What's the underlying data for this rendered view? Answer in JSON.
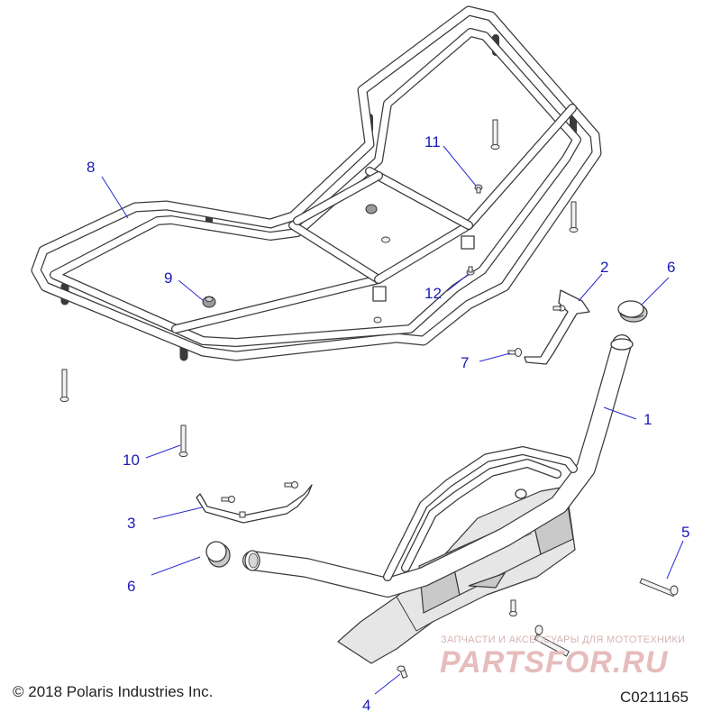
{
  "diagram": {
    "callouts": [
      "1",
      "2",
      "3",
      "4",
      "5",
      "6",
      "6",
      "7",
      "8",
      "9",
      "10",
      "11",
      "12"
    ]
  },
  "footer": {
    "copyright": "© 2018 Polaris Industries Inc.",
    "drawing_code": "C0211165"
  },
  "watermark": {
    "tagline": "ЗАПЧАСТИ И АКСЕССУАРЫ ДЛЯ МОТОТЕХНИКИ",
    "name": "PARTSFOR.RU"
  },
  "colors": {
    "callout": "#1a1ab8",
    "line_art": "#3a3a3a",
    "watermark": "#e6bcbc"
  }
}
